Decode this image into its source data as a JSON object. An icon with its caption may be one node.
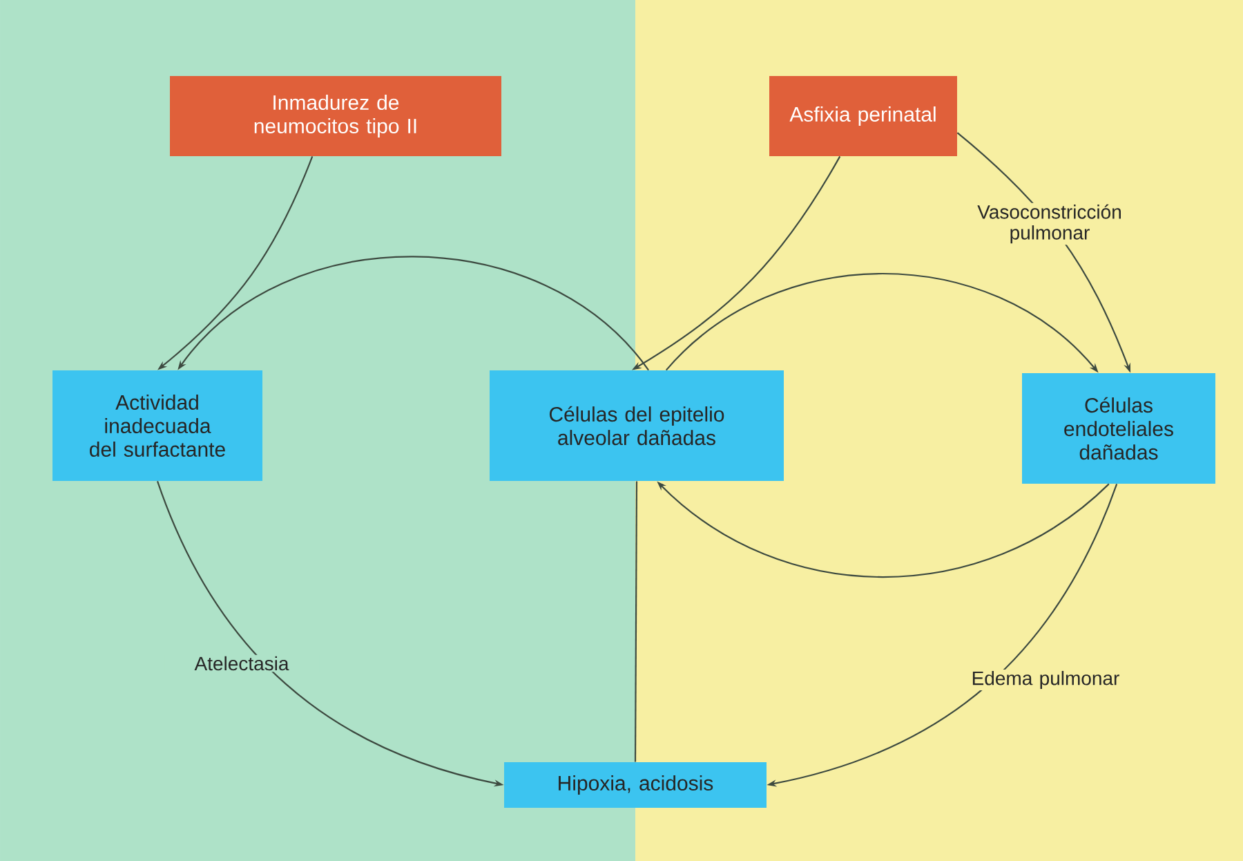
{
  "diagram": {
    "nodes": [
      {
        "text": [
          "Inmadurez de neumocitos tipo II"
        ]
      },
      {
        "text": [
          "Asfixia perinatal"
        ]
      },
      {
        "text": [
          "Actividad inadecuada del surfactante"
        ]
      },
      {
        "text": [
          "Células del epitelio alveolar dañadas"
        ]
      },
      {
        "text": [
          "Células endoteliales dañadas"
        ]
      },
      {
        "text": [
          "Hipoxia, acidosis"
        ]
      }
    ],
    "edges": [
      {
        "from": 0,
        "to": 2,
        "arrow": "to"
      },
      {
        "from": 1,
        "to": 3,
        "arrow": "to"
      },
      {
        "from": 1,
        "to": 4,
        "arrow": "to",
        "label": "Vasoconstricción pulmonar"
      },
      {
        "from": 3,
        "to": 2,
        "arrow": "to"
      },
      {
        "from": 3,
        "to": 4,
        "arrow": "to"
      },
      {
        "from": 4,
        "to": 3,
        "arrow": "to"
      },
      {
        "from": 2,
        "to": 5,
        "arrow": "to",
        "label": "Atelectasia"
      },
      {
        "from": 4,
        "to": 5,
        "arrow": "to",
        "label": "Edema pulmonar"
      },
      {
        "from": 5,
        "to": 3,
        "arrow": "none"
      }
    ]
  }
}
